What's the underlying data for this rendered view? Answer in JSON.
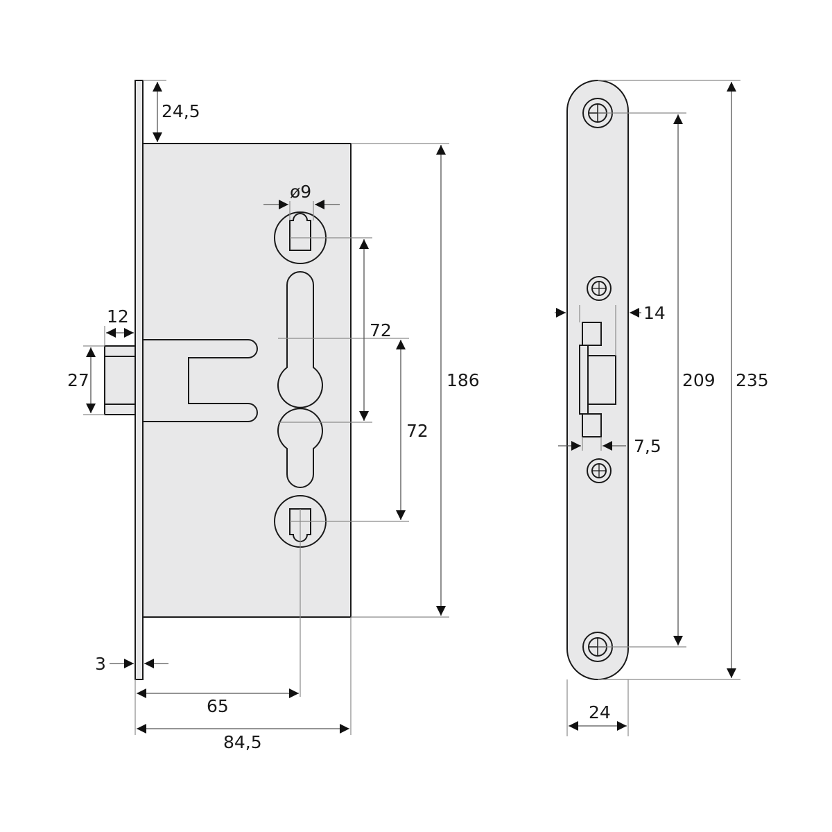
{
  "drawing": {
    "title": "Mortise lock and faceplate dimension drawing",
    "units": "mm",
    "colors": {
      "part_fill": "#e8e8e9",
      "outline": "#1a1a1a",
      "dimension_line": "#555555",
      "background": "#ffffff"
    }
  },
  "lock_body": {
    "dimensions": {
      "forend_top_offset": "24,5",
      "spindle_diameter": "ø9",
      "spindle_to_keyhole": "72",
      "keyhole_to_lower_spindle": "72",
      "case_height": "186",
      "latch_projection": "12",
      "latch_height": "27",
      "forend_thickness": "3",
      "backset": "65",
      "case_depth": "84,5"
    }
  },
  "strike_plate": {
    "dimensions": {
      "opening_width": "14",
      "small_opening_width": "7,5",
      "screw_hole_spacing": "209",
      "plate_length": "235",
      "plate_width": "24"
    }
  }
}
